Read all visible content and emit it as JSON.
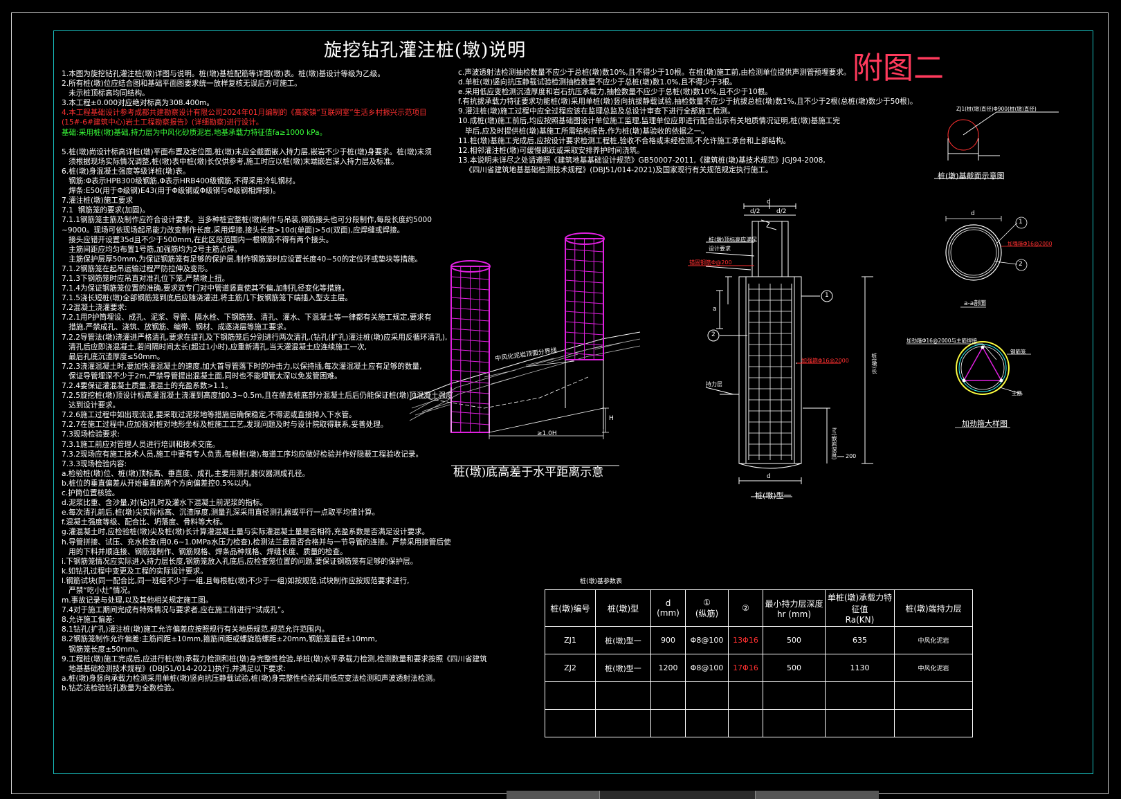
{
  "title": "旋挖钻孔灌注桩(墩)说明",
  "figure_label": "附图二",
  "notes_left": [
    {
      "t": "1.本图为旋挖钻孔灌注桩(墩)详图与说明。桩(墩)基桩配筋等详图(墩)表。桩(墩)基设计等级为乙级。",
      "c": ""
    },
    {
      "t": "2.所有桩(墩)位应结合图和基础平面图要求统一放样复核无误后方可施工。",
      "c": ""
    },
    {
      "t": "   未示桩顶标高均同结构。",
      "c": ""
    },
    {
      "t": "3.本工程±0.000对应绝对标高为308.400m。",
      "c": ""
    },
    {
      "t": "4.本工程基础设计参考成都共建勘察设计有限公司2024年01月编制的《高家镇“互联网室”生活乡村振兴示范项目",
      "c": "red"
    },
    {
      "t": "(15#-6#建筑中心)岩土工程勘察报告》(详细勘察)进行设计。",
      "c": "red"
    },
    {
      "t": "基础:采用桩(墩)基础,持力层为中风化砂质泥岩,地基承载力特征值fa≥1000 kPa。",
      "c": "green"
    },
    {
      "t": "",
      "c": ""
    },
    {
      "t": "5.桩(墩)尚设计标高详桩(墩)平面布置及定位图,桩(墩)末应全截面嵌入持力层,嵌岩不少于桩(墩)身要求。桩(墩)末须",
      "c": ""
    },
    {
      "t": "   须根据现场实际情况调整,桩(墩)表中桩(墩)长仅供参考,施工时应以桩(墩)末端嵌岩深入持力层及标准。",
      "c": ""
    },
    {
      "t": "6.桩(墩)身混凝土强度等级详桩(墩)表。",
      "c": ""
    },
    {
      "t": "   钢筋:Φ表示HPB300级钢筋,Φ表示HRB400级钢筋,不得采用冷轧钢材。",
      "c": ""
    },
    {
      "t": "   焊条:E50(用于Φ级钢)E43(用于Φ级钢或Φ级钢与Φ级钢相焊接)。",
      "c": ""
    },
    {
      "t": "7.灌注桩(墩)施工要求",
      "c": ""
    },
    {
      "t": "7.1  钢筋笼的要求(加固)。",
      "c": ""
    },
    {
      "t": "7.1.1钢筋笼主筋及制作应符合设计要求。当多种桩宜整桩(墩)制作与吊装,钢筋接头也可分段制作,每段长度约5000",
      "c": ""
    },
    {
      "t": "~9000。现场可依现场起吊能力改变制作长度,采用焊接,接头长度>10d(单面)>5d(双面),应焊缝或焊接。",
      "c": ""
    },
    {
      "t": "   接头应错开设置35d且不少于500mm,在此区段范围内一根钢筋不得有两个接头。",
      "c": ""
    },
    {
      "t": "   主筋间距应均匀布置1号筋,加强筋均为2号主筋点焊。",
      "c": ""
    },
    {
      "t": "   主筋保护层厚50mm,为保证钢筋笼有足够的保护层,制作钢筋笼时应设置长度40~50的定位环或垫块等措施。",
      "c": ""
    },
    {
      "t": "7.1.2钢筋笼在起吊运输过程严防拉伸及变形。",
      "c": ""
    },
    {
      "t": "7.1.3下钢筋笼时应吊直对准孔位下笼,严禁墩上扭。",
      "c": ""
    },
    {
      "t": "7.1.4为保证钢筋笼位置的准确,要求双专门对中管道竖直使其不偏,加制孔径变化等措施。",
      "c": ""
    },
    {
      "t": "7.1.5浇长短桩(墩)全部钢筋笼到底后应随浇灌进,将主筋几下扳钢筋笼下端插入型支主层。",
      "c": ""
    },
    {
      "t": "7.2混凝土浇灌要求:",
      "c": ""
    },
    {
      "t": "7.2.1用P护筒埋设、成孔、泥浆、导管、隔水栓、下钢筋笼、清孔、灌水、下混凝土等一律都有关施工规定,要求有",
      "c": ""
    },
    {
      "t": "   措施,严禁成孔、浇筑、放钢筋、编带、钢材、成逐浇层等施工要求。",
      "c": ""
    },
    {
      "t": "7.2.2导管法(墩)浇灌进严格清孔,要求在提孔及下钢筋笼后分别进行两次清孔,(钻孔(扩孔)灌注桩(墩)应采用反循环清孔),",
      "c": ""
    },
    {
      "t": "   清孔后应即浇混凝土,若间隔时间太长(超过1小时),应重新清孔,当天灌混凝土应连续施工一次,",
      "c": ""
    },
    {
      "t": "   最后孔底沉渣厚度≤50mm。",
      "c": ""
    },
    {
      "t": "7.2.3浇灌混凝土时,要加快灌混凝土的速度,加大首导管落下时的冲击力,以保持插,每次灌混凝土应有足够的数量,",
      "c": ""
    },
    {
      "t": "   保证导管埋深不少于2m,严禁导管提出混凝土面,同时也不能埋管太深以免发管困难。",
      "c": ""
    },
    {
      "t": "7.2.4要保证灌混凝土质量,灌混土的充盈系数>1.1。",
      "c": ""
    },
    {
      "t": "7.2.5旋挖桩(墩)顶设计标高灌混凝土浇灌到高度加0.3~0.5m,且在凿去桩底部分混凝土后后仍能保证桩(墩)顶混凝土强度",
      "c": ""
    },
    {
      "t": "   达到设计要求。",
      "c": ""
    },
    {
      "t": "7.2.6施工过程中如出现流泥,要采取过泥浆地等措施后确保稳定,不得泥或直接掉入下水管。",
      "c": ""
    },
    {
      "t": "7.2.7在施工过程中,应加强对桩对地形坐标及桩施工工艺,发现问题及时与设计院取得联系,妥善处理。",
      "c": ""
    },
    {
      "t": "7.3现场检验要求:",
      "c": ""
    },
    {
      "t": "7.3.1施工前应对管理人员进行培训和技术交底。",
      "c": ""
    },
    {
      "t": "7.3.2现场应有施工技术人员,施工中要有专人负责,每根桩(墩),每道工序均应做好检验并作好隐蔽工程验收记录。",
      "c": ""
    },
    {
      "t": "7.3.3现场检验内容:",
      "c": ""
    },
    {
      "t": "a.检验桩(墩)位、桩(墩)顶标高、垂直度、成孔,主要用测孔器仪器测成孔径。",
      "c": ""
    },
    {
      "t": "b.桩位的垂直偏差从开始垂直的两个方向偏差控0.5%以内。",
      "c": ""
    },
    {
      "t": "c.护筒位置核验。",
      "c": ""
    },
    {
      "t": "d.泥浆比重、含沙量,对(钻)孔时及灌水下混凝土前泥浆的指标。",
      "c": ""
    },
    {
      "t": "e.每次清孔前后,桩(墩)尖实际标高、沉渣厚度,测量孔深采用直径测孔器或平行一点取平均值计算。",
      "c": ""
    },
    {
      "t": "f.混凝土强度等级、配合比、坍落度、骨料等大标。",
      "c": ""
    },
    {
      "t": "g.灌混凝土时,应检验桩(墩)尖及桩(墩)长计算灌混凝土量与实际灌混凝土量是否相符,充盈系数是否满足设计要求。",
      "c": ""
    },
    {
      "t": "h.导管拼接、试压、充水检查(用0.6~1.0MPa水压力检查),检测法兰盘是否合格并与一节导管的连接。严禁采用接管后使",
      "c": ""
    },
    {
      "t": "   用的下料并顺连接、钢筋笼制作、钢筋规格、焊条品种规格、焊缝长度、质量的检查。",
      "c": ""
    },
    {
      "t": "i.下钢筋笼情况应实际进入持力层长度,钢筋笼放入孔底后,应检查笼位置的问题,要保证钢筋笼有足够的保护层。",
      "c": ""
    },
    {
      "t": "k.如钻孔过程中变更及工程的实际设计要求。",
      "c": ""
    },
    {
      "t": "l.钢筋试块(同一配合比,同一班组不少于一组,且每根桩(墩)不少于一组)如按规范,试块制作应按规范要求进行,",
      "c": ""
    },
    {
      "t": "   严禁“吃小灶”情况。",
      "c": ""
    },
    {
      "t": "m.事故记录与处理,以及其他相关规定施工图。",
      "c": ""
    },
    {
      "t": "7.4对于施工期间完成有特殊情况与要求者,应在施工前进行“试成孔”。",
      "c": ""
    },
    {
      "t": "8.允许施工偏差:",
      "c": ""
    },
    {
      "t": "8.1钻孔(扩孔)灌注桩(墩)施工允许偏差应按照规行有关地质规范,规范允许范围内。",
      "c": ""
    },
    {
      "t": "8.2钢筋笼制作允许偏差:主筋间距±10mm,箍筋间距或螺旋筋螺距±20mm,钢筋笼直径±10mm,",
      "c": ""
    },
    {
      "t": "   钢筋笼长度±50mm。",
      "c": ""
    },
    {
      "t": "9.工程桩(墩)施工完成后,应进行桩(墩)承载力检测和桩(墩)身完整性检验,单桩(墩)水平承载力检测,检测数量和要求按照《四川省建筑",
      "c": ""
    },
    {
      "t": "   地基基础检测技术规程》(DBJ51/014-2021)执行,并满足以下要求:",
      "c": ""
    },
    {
      "t": "a.桩(墩)身竖向承载力检测采用单桩(墩)竖向抗压静载试验,桩(墩)身完整性检验采用低应变法检测和声波透射法检测。",
      "c": ""
    },
    {
      "t": "b.钻芯法检验钻孔数量为全数检验。",
      "c": ""
    }
  ],
  "notes_mid": [
    {
      "t": "c.声波透射法检测抽检数量不应少于总桩(墩)数10%,且不得少于10根。在桩(墩)施工前,由检测单位提供声测管预埋要求。",
      "c": ""
    },
    {
      "t": "d.单桩(墩)竖向抗压静载试验检测抽检数量不应少于总桩(墩)数1.0%,且不得少于3根。",
      "c": ""
    },
    {
      "t": "e.采用低应变检测沉渣厚度和岩石抗压承载力,抽检数量不应少于总桩(墩)数10%,且不少于10根。",
      "c": ""
    },
    {
      "t": "f.有抗拔承载力特征要求功能桩(墩)采用单桩(墩)竖向抗拔静载试验,抽检数量不应少于抗拔总桩(墩)数1%,且不少于2根(总桩(墩)数少于50根)。",
      "c": ""
    },
    {
      "t": "9.灌注桩(墩)施工过程中应全过程应该在监理总监及总设计审查下进行全部施工检测。",
      "c": ""
    },
    {
      "t": "10.成桩(墩)施工前后,均应按照基础图设计单位施工监理,监理单位应即进行配合出示有关地质情况证明,桩(墩)基施工完",
      "c": ""
    },
    {
      "t": "   毕后,应及时提供桩(墩)基施工所需结构报告,作为桩(墩)基验收的依据之一。",
      "c": ""
    },
    {
      "t": "11.桩(墩)基施工完成后,应按设计要求检测工程桩,验收不合格或未经检测,不允许施工承台和上部结构。",
      "c": ""
    },
    {
      "t": "12.相邻灌注桩(墩)可缓慢跳跃或采取安排养护时间浇筑。",
      "c": ""
    },
    {
      "t": "13.本说明未详尽之处请遵照《建筑地基基础设计规范》GB50007-2011,《建筑桩(墩)基技术规范》JGJ94-2008,",
      "c": ""
    },
    {
      "t": "   《四川省建筑地基基础检测技术规程》(DBJ51/014-2021)及国家现行有关规范规定执行施工。",
      "c": ""
    }
  ],
  "diagram_left": {
    "caption": "桩(墩)底高差于水平距离示意",
    "label_mid": "中风化泥岩顶面分界线",
    "label_H": "H",
    "label_d": "≥1.0H"
  },
  "diagram_detail": {
    "top_label": "d",
    "half_left": "d/2",
    "half_right": "d/2",
    "label_a1": "桩(墩)顶标高应满足",
    "label_a2": "设计要求",
    "label_rebar_red": "锚固钢筋Φ@200",
    "label_rebar_red2": "加强箍Φ16@2000",
    "label_right": "桩(墩)长",
    "label_hr": "hr(嵌岩深度)",
    "label_bottom_d": "d",
    "label_200": "200",
    "label_soil": "持力层",
    "label_a": "a",
    "caption": "桩(墩)型一",
    "circle1": "1",
    "circle2": "2"
  },
  "diagram_right": {
    "section_label": "桩(墩)基截面示意图",
    "section_note": "ZJ1(桩(墩)直径)Φ900(桩(墩)直径)",
    "ring_caption": "a-a剖面",
    "ring_label": "加强箍Φ16@2000",
    "ring_d": "d",
    "reinf_caption": "加劲箍大样图",
    "reinf_label1": "加劲箍Φ16@2000与主筋焊接",
    "reinf_label2": "钢筋笼",
    "reinf_label3": "主筋",
    "circle1": "1",
    "circle2": "2"
  },
  "table": {
    "title": "桩(墩)基参数表",
    "headers": [
      "桩(墩)编号",
      "桩(墩)型",
      "d\n(mm)",
      "①\n(纵筋)",
      "②",
      "最小持力层深度\nhr (mm)",
      "单桩(墩)承载力特征值\nRa(KN)",
      "桩(墩)端持力层"
    ],
    "rows": [
      [
        "ZJ1",
        "桩(墩)型一",
        "900",
        "Φ8@100",
        "13Φ16",
        "500",
        "635",
        "中风化泥岩"
      ],
      [
        "ZJ2",
        "桩(墩)型一",
        "1200",
        "Φ8@100",
        "17Φ16",
        "500",
        "1130",
        "中风化泥岩"
      ],
      [
        "",
        "",
        "",
        "",
        "",
        "",
        "",
        ""
      ],
      [
        "",
        "",
        "",
        "",
        "",
        "",
        "",
        ""
      ]
    ]
  },
  "colors": {
    "frame": "#19c2c2",
    "title_red": "#ff3a5c",
    "rebar": "#e020e0",
    "soil_line": "#ffffff",
    "red_note": "#ff3030",
    "green_note": "#39ff39"
  }
}
